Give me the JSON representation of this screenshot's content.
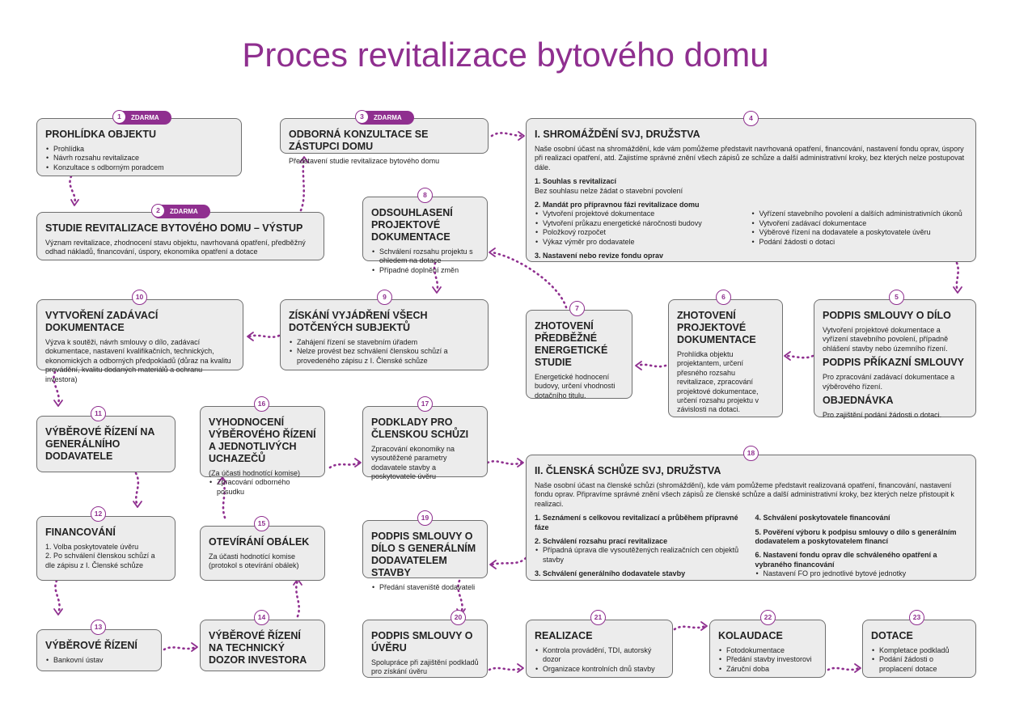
{
  "title": "Proces revitalizace bytového domu",
  "accent_color": "#8f2f8f",
  "badge_free": "ZDARMA",
  "steps": {
    "s1": {
      "num": "1",
      "title": "PROHLÍDKA OBJEKTU",
      "items": [
        "Prohlídka",
        "Návrh rozsahu revitalizace",
        "Konzultace s odborným poradcem"
      ]
    },
    "s2": {
      "num": "2",
      "title": "STUDIE REVITALIZACE BYTOVÉHO DOMU – VÝSTUP",
      "text": "Význam revitalizace, zhodnocení stavu objektu, navrhovaná opatření, předběžný odhad nákladů, financování, úspory, ekonomika opatření a dotace"
    },
    "s3": {
      "num": "3",
      "title": "ODBORNÁ KONZULTACE SE ZÁSTUPCI DOMU",
      "text": "Představení studie revitalizace bytového domu"
    },
    "s4": {
      "num": "4",
      "title": "I. SHROMÁŽDĚNÍ SVJ, DRUŽSTVA",
      "text": "Naše osobní účast na shromáždění, kde vám pomůžeme představit navrhovaná opatření, financování, nastavení fondu oprav, úspory při realizaci opatření, atd. Zajistíme správné znění všech zápisů ze schůze a další administrativní kroky, bez kterých nelze postupovat dále.",
      "sub1": "1. Souhlas s revitalizací",
      "sub1_text": "Bez souhlasu nelze žádat o stavební povolení",
      "sub2": "2. Mandát pro přípravnou fázi revitalizace domu",
      "col1": [
        "Vytvoření projektové dokumentace",
        "Vytvoření průkazu energetické náročnosti budovy",
        "Položkový rozpočet",
        "Výkaz výměr pro dodavatele"
      ],
      "col2": [
        "Vyřízení stavebního povolení a dalších administrativních úkonů",
        "Vytvoření zadávací dokumentace",
        "Výběrové řízení na dodavatele a poskytovatele úvěru",
        "Podání žádosti o dotaci"
      ],
      "sub3": "3. Nastavení nebo revize fondu oprav"
    },
    "s5": {
      "num": "5",
      "title": "PODPIS SMLOUVY O DÍLO",
      "text": "Vytvoření projektové dokumentace a vyřízení stavebního povolení, případně ohlášení stavby nebo územního řízení.",
      "title2": "PODPIS PŘÍKAZNÍ SMLOUVY",
      "text2": "Pro zpracování zadávací dokumentace a výběrového řízení.",
      "title3": "OBJEDNÁVKA",
      "text3": "Pro zajištění podání žádosti o dotaci."
    },
    "s6": {
      "num": "6",
      "title": "ZHOTOVENÍ PROJEKTOVÉ DOKUMENTACE",
      "text": "Prohlídka objektu projektantem, určení přesného rozsahu revitalizace, zpracování projektové dokumentace, určení rozsahu projektu v závislosti na dotaci."
    },
    "s7": {
      "num": "7",
      "title": "ZHOTOVENÍ PŘEDBĚŽNÉ ENERGETICKÉ STUDIE",
      "text": "Energetické hodnocení budovy, určení vhodnosti dotačního titulu."
    },
    "s8": {
      "num": "8",
      "title": "ODSOUHLASENÍ PROJEKTOVÉ DOKUMENTACE",
      "items": [
        "Schválení rozsahu projektu s ohledem na dotace",
        "Případné doplnění změn"
      ]
    },
    "s9": {
      "num": "9",
      "title": "ZÍSKÁNÍ VYJÁDŘENÍ VŠECH DOTČENÝCH SUBJEKTŮ",
      "items": [
        "Zahájení řízení se stavebním úřadem",
        "Nelze provést bez schválení členskou schůzí a provedeného zápisu z I. Členské schůze"
      ]
    },
    "s10": {
      "num": "10",
      "title": "VYTVOŘENÍ ZADÁVACÍ DOKUMENTACE",
      "text": "Výzva k soutěži, návrh smlouvy o dílo, zadávací dokumentace, nastavení kvalifikačních, technických, ekonomických a odborných předpokladů (důraz na kvalitu provádění, kvalitu dodaných materiálů a ochranu investora)"
    },
    "s11": {
      "num": "11",
      "title": "VÝBĚROVÉ ŘÍZENÍ NA GENERÁLNÍHO DODAVATELE"
    },
    "s12": {
      "num": "12",
      "title": "FINANCOVÁNÍ",
      "items": [
        "1. Volba poskytovatele úvěru",
        "2. Po schválení členskou schůzí a dle zápisu z I. Členské schůze"
      ]
    },
    "s13": {
      "num": "13",
      "title": "VÝBĚROVÉ ŘÍZENÍ",
      "items": [
        "Bankovní ústav"
      ]
    },
    "s14": {
      "num": "14",
      "title": "VÝBĚROVÉ ŘÍZENÍ NA TECHNICKÝ DOZOR INVESTORA"
    },
    "s15": {
      "num": "15",
      "title": "OTEVÍRÁNÍ OBÁLEK",
      "text": "Za účasti hodnotící komise (protokol s otevírání obálek)"
    },
    "s16": {
      "num": "16",
      "title": "VYHODNOCENÍ VÝBĚROVÉHO ŘÍZENÍ A JEDNOTLIVÝCH UCHAZEČŮ",
      "text": "(Za účasti hodnotící komise)",
      "items": [
        "Zpracování odborného posudku"
      ]
    },
    "s17": {
      "num": "17",
      "title": "PODKLADY PRO ČLENSKOU SCHŮZI",
      "text": "Zpracování ekonomiky na vysoutěžené parametry dodavatele stavby a poskytovatele úvěru"
    },
    "s18": {
      "num": "18",
      "title": "II. ČLENSKÁ SCHŮZE SVJ, DRUŽSTVA",
      "text": "Naše osobní účast na členské schůzi (shromáždění), kde vám pomůžeme představit realizovaná opatření, financování, nastavení fondu oprav. Připravíme správné znění všech zápisů ze členské schůze a další administrativní kroky, bez kterých nelze přistoupit k realizaci.",
      "c1": "1. Seznámení s celkovou revitalizací a průběhem přípravné fáze",
      "c2": "2. Schválení rozsahu prací revitalizace",
      "c2_item": "Případná úprava dle vysoutěžených realizačních cen objektů stavby",
      "c3": "3. Schválení generálního dodavatele stavby",
      "c4": "4. Schválení poskytovatele financování",
      "c5": "5. Pověření výboru k podpisu smlouvy o dílo s generálním dodavatelem a poskytovatelem financí",
      "c6": "6. Nastavení fondu oprav dle schváleného opatření a vybraného financování",
      "c6_item": "Nastavení FO pro jednotlivé bytové jednotky"
    },
    "s19": {
      "num": "19",
      "title": "PODPIS SMLOUVY O DÍLO S GENERÁLNÍM DODAVATELEM STAVBY",
      "items": [
        "Předání staveniště dodavateli"
      ]
    },
    "s20": {
      "num": "20",
      "title": "PODPIS SMLOUVY O ÚVĚRU",
      "text": "Spolupráce při zajištění podkladů pro získání úvěru"
    },
    "s21": {
      "num": "21",
      "title": "REALIZACE",
      "items": [
        "Kontrola provádění, TDI, autorský dozor",
        "Organizace kontrolních dnů stavby"
      ]
    },
    "s22": {
      "num": "22",
      "title": "KOLAUDACE",
      "items": [
        "Fotodokumentace",
        "Předání stavby investorovi",
        "Záruční doba"
      ]
    },
    "s23": {
      "num": "23",
      "title": "DOTACE",
      "items": [
        "Kompletace podkladů",
        "Podání žádosti o proplacení dotace"
      ]
    }
  }
}
